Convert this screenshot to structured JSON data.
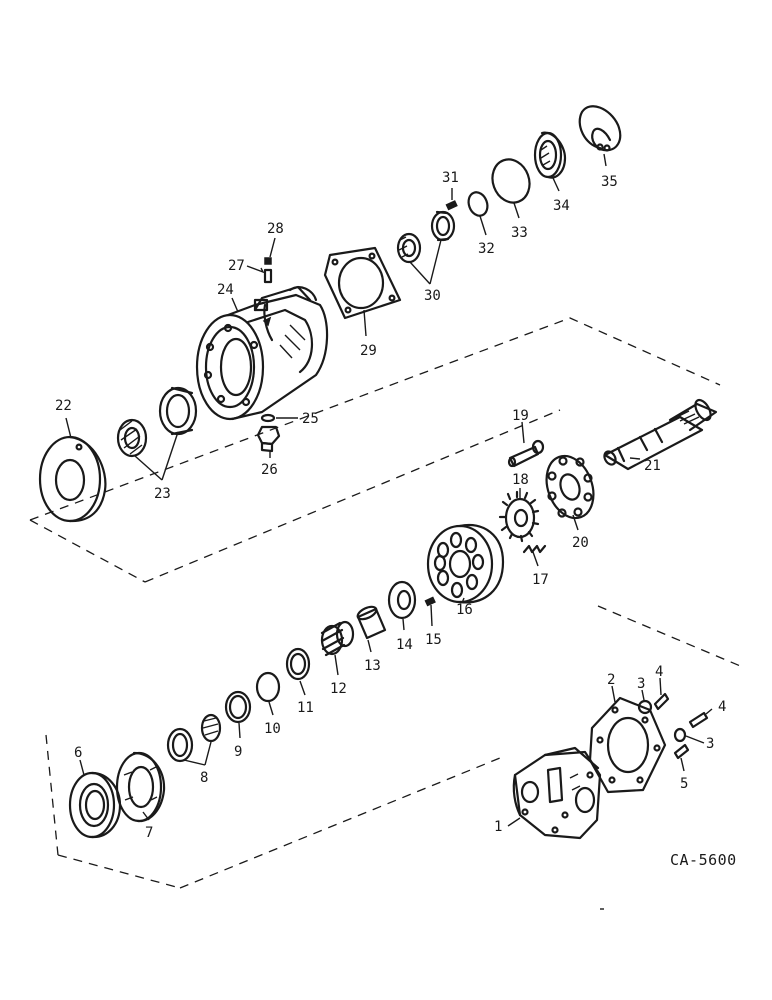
{
  "drawing": {
    "reference_code": "CA-5600",
    "callouts": [
      "1",
      "2",
      "3",
      "4",
      "5",
      "6",
      "7",
      "8",
      "9",
      "10",
      "11",
      "12",
      "13",
      "14",
      "15",
      "16",
      "17",
      "18",
      "19",
      "20",
      "21",
      "22",
      "23",
      "24",
      "25",
      "26",
      "27",
      "28",
      "29",
      "30",
      "31",
      "32",
      "33",
      "34",
      "35"
    ],
    "repeated_callouts": {
      "3": 2,
      "4": 2
    }
  }
}
